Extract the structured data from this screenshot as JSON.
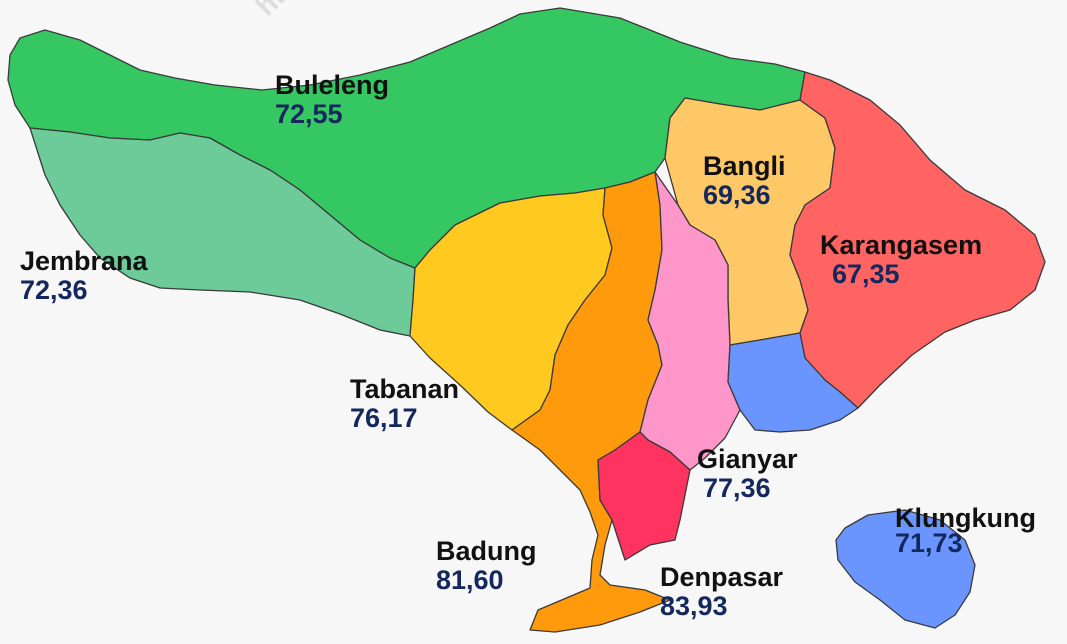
{
  "watermark": "https",
  "colors": {
    "background": "#f7f7f7",
    "name_text": "#111111",
    "value_text": "#14285e",
    "buleleng": "#35c862",
    "jembrana": "#6ccb98",
    "tabanan": "#ffc91f",
    "badung": "#ff9a0c",
    "bangli": "#ffc867",
    "karangasem": "#ff6462",
    "gianyar_north": "#ff96c9",
    "gianyar_south": "#6a95ff",
    "denpasar": "#ff3360",
    "klungkung": "#6a95ff"
  },
  "regions": {
    "buleleng": {
      "name": "Buleleng",
      "value": "72,55"
    },
    "jembrana": {
      "name": "Jembrana",
      "value": "72,36"
    },
    "tabanan": {
      "name": "Tabanan",
      "value": "76,17"
    },
    "badung": {
      "name": "Badung",
      "value": "81,60"
    },
    "bangli": {
      "name": "Bangli",
      "value": "69,36"
    },
    "karangasem": {
      "name": "Karangasem",
      "value": "67,35"
    },
    "gianyar": {
      "name": "Gianyar",
      "value": "77,36"
    },
    "denpasar": {
      "name": "Denpasar",
      "value": "83,93"
    },
    "klungkung": {
      "name": "Klungkung",
      "value": "71,73"
    }
  }
}
